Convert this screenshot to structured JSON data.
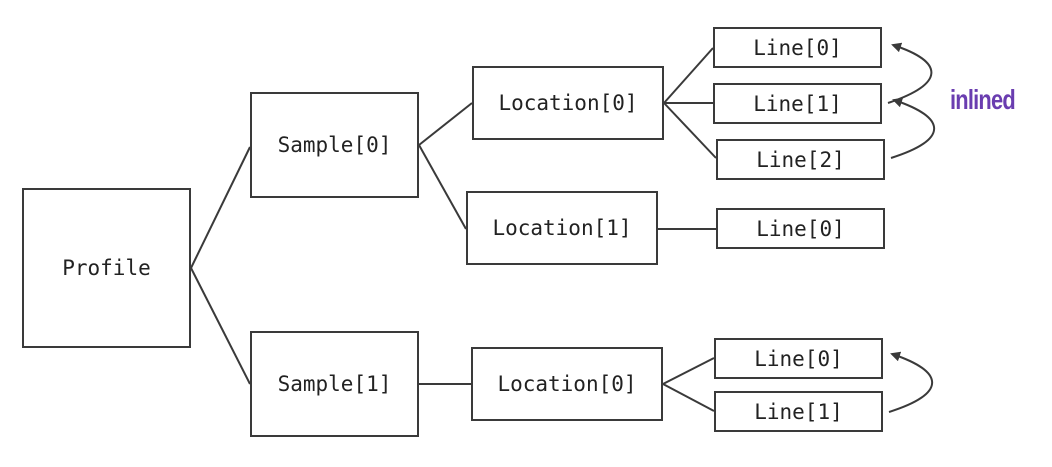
{
  "nodes": {
    "profile": "Profile",
    "sample_0": "Sample[0]",
    "sample_1": "Sample[1]",
    "s0_location_0": "Location[0]",
    "s0_location_1": "Location[1]",
    "s1_location_0": "Location[0]",
    "s0_l0_line_0": "Line[0]",
    "s0_l0_line_1": "Line[1]",
    "s0_l0_line_2": "Line[2]",
    "s0_l1_line_0": "Line[0]",
    "s1_l0_line_0": "Line[0]",
    "s1_l0_line_1": "Line[1]"
  },
  "annotation": {
    "label": "inlined",
    "color": "#6a3db0"
  },
  "colors": {
    "stroke": "#3a3a3a",
    "text": "#222222"
  }
}
